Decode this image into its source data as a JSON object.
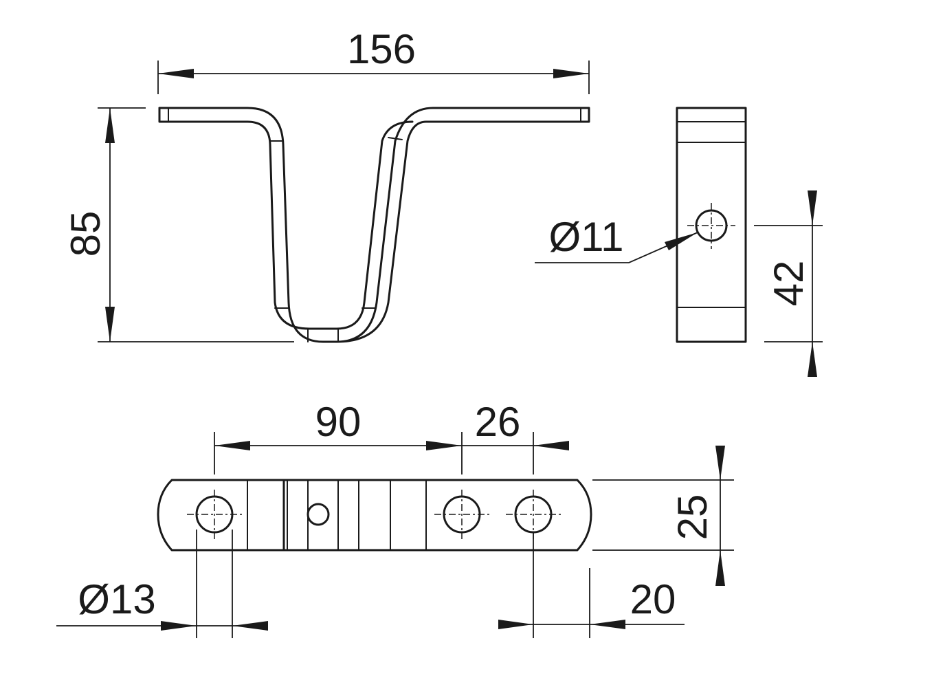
{
  "dimensions": {
    "overall_length": "156",
    "height": "85",
    "side_hole_diameter": "Ø11",
    "side_hole_height": "42",
    "hole_spacing_long": "90",
    "hole_spacing_short": "26",
    "strap_width": "25",
    "mount_hole_diameter": "Ø13",
    "edge_distance": "20"
  }
}
